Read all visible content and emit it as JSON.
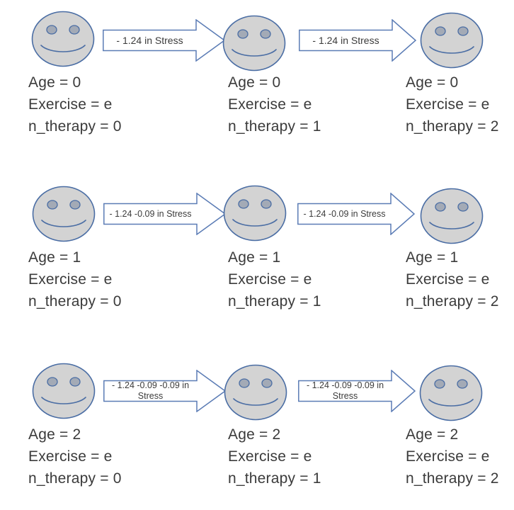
{
  "colors": {
    "bg_color": "#ffffff",
    "face_fill": "#d3d3d3",
    "face_stroke": "#4a6da4",
    "eye_fill": "#a3aab6",
    "arrow_fill": "#ffffff",
    "arrow_stroke": "#5b7cb5",
    "text_color": "#3b3b3b"
  },
  "rows": [
    {
      "states": [
        {
          "age": "Age = 0",
          "exercise": "Exercise = e",
          "n_therapy": "n_therapy = 0"
        },
        {
          "age": "Age = 0",
          "exercise": "Exercise = e",
          "n_therapy": "n_therapy = 1"
        },
        {
          "age": "Age = 0",
          "exercise": "Exercise = e",
          "n_therapy": "n_therapy = 2"
        }
      ],
      "arrows": [
        {
          "label": "- 1.24 in Stress"
        },
        {
          "label": "- 1.24 in Stress"
        }
      ]
    },
    {
      "states": [
        {
          "age": "Age = 1",
          "exercise": "Exercise = e",
          "n_therapy": "n_therapy = 0"
        },
        {
          "age": "Age = 1",
          "exercise": "Exercise = e",
          "n_therapy": "n_therapy = 1"
        },
        {
          "age": "Age = 1",
          "exercise": "Exercise = e",
          "n_therapy": "n_therapy = 2"
        }
      ],
      "arrows": [
        {
          "label": "- 1.24 -0.09 in Stress"
        },
        {
          "label": "- 1.24 -0.09 in Stress"
        }
      ]
    },
    {
      "states": [
        {
          "age": "Age = 2",
          "exercise": "Exercise = e",
          "n_therapy": "n_therapy = 0"
        },
        {
          "age": "Age = 2",
          "exercise": "Exercise = e",
          "n_therapy": "n_therapy = 1"
        },
        {
          "age": "Age = 2",
          "exercise": "Exercise = e",
          "n_therapy": "n_therapy = 2"
        }
      ],
      "arrows": [
        {
          "label": "- 1.24 -0.09 -0.09 in Stress"
        },
        {
          "label": "- 1.24 -0.09 -0.09 in Stress"
        }
      ]
    }
  ]
}
